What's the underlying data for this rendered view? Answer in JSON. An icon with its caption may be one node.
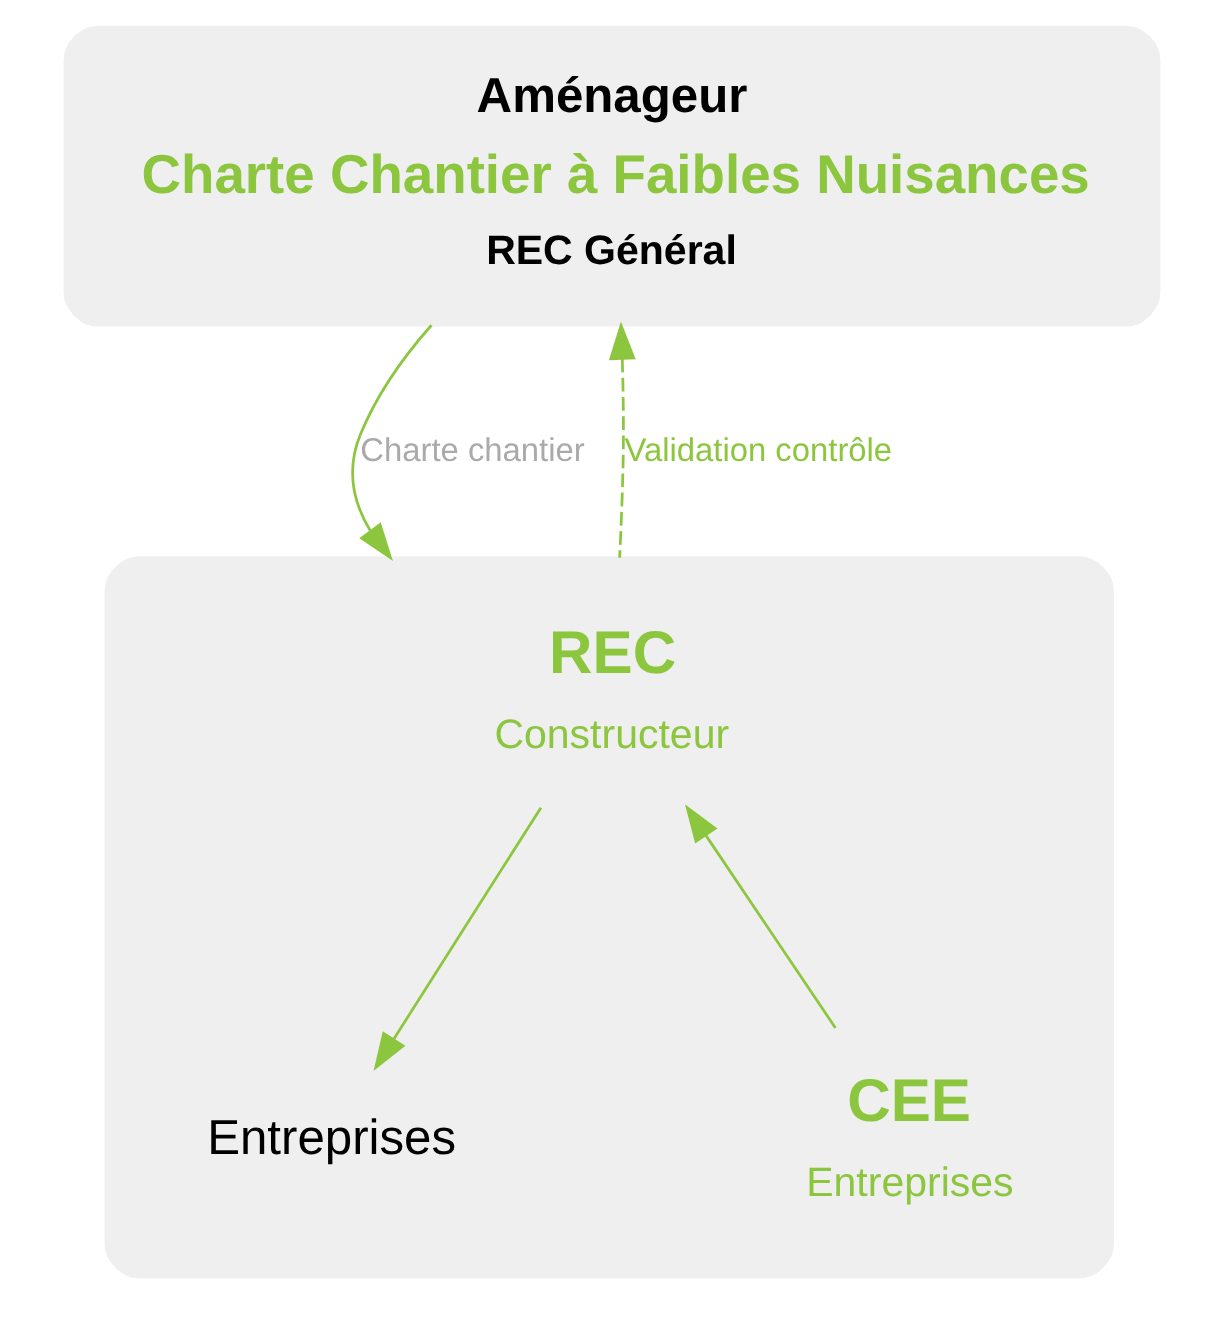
{
  "diagram": {
    "nodes": [
      {
        "text": [
          "Aménageur",
          "Charte Chantier à Faibles Nuisances",
          "REC Général"
        ]
      },
      {
        "text": [],
        "shape": "box"
      },
      {
        "text": [
          "REC",
          "Constructeur"
        ],
        "in": 1
      },
      {
        "text": [
          "Entreprises"
        ],
        "in": 1
      },
      {
        "text": [
          "CEE",
          "Entreprises"
        ],
        "in": 1
      }
    ],
    "edges": [
      {
        "from": 0,
        "to": 1,
        "arrow": "to",
        "label": "Charte chantier"
      },
      {
        "from": 1,
        "to": 0,
        "arrow": "to",
        "label": "Validation contrôle",
        "style": "dashed"
      },
      {
        "from": 2,
        "to": 3,
        "arrow": "to"
      },
      {
        "from": 4,
        "to": 2,
        "arrow": "to"
      }
    ]
  }
}
